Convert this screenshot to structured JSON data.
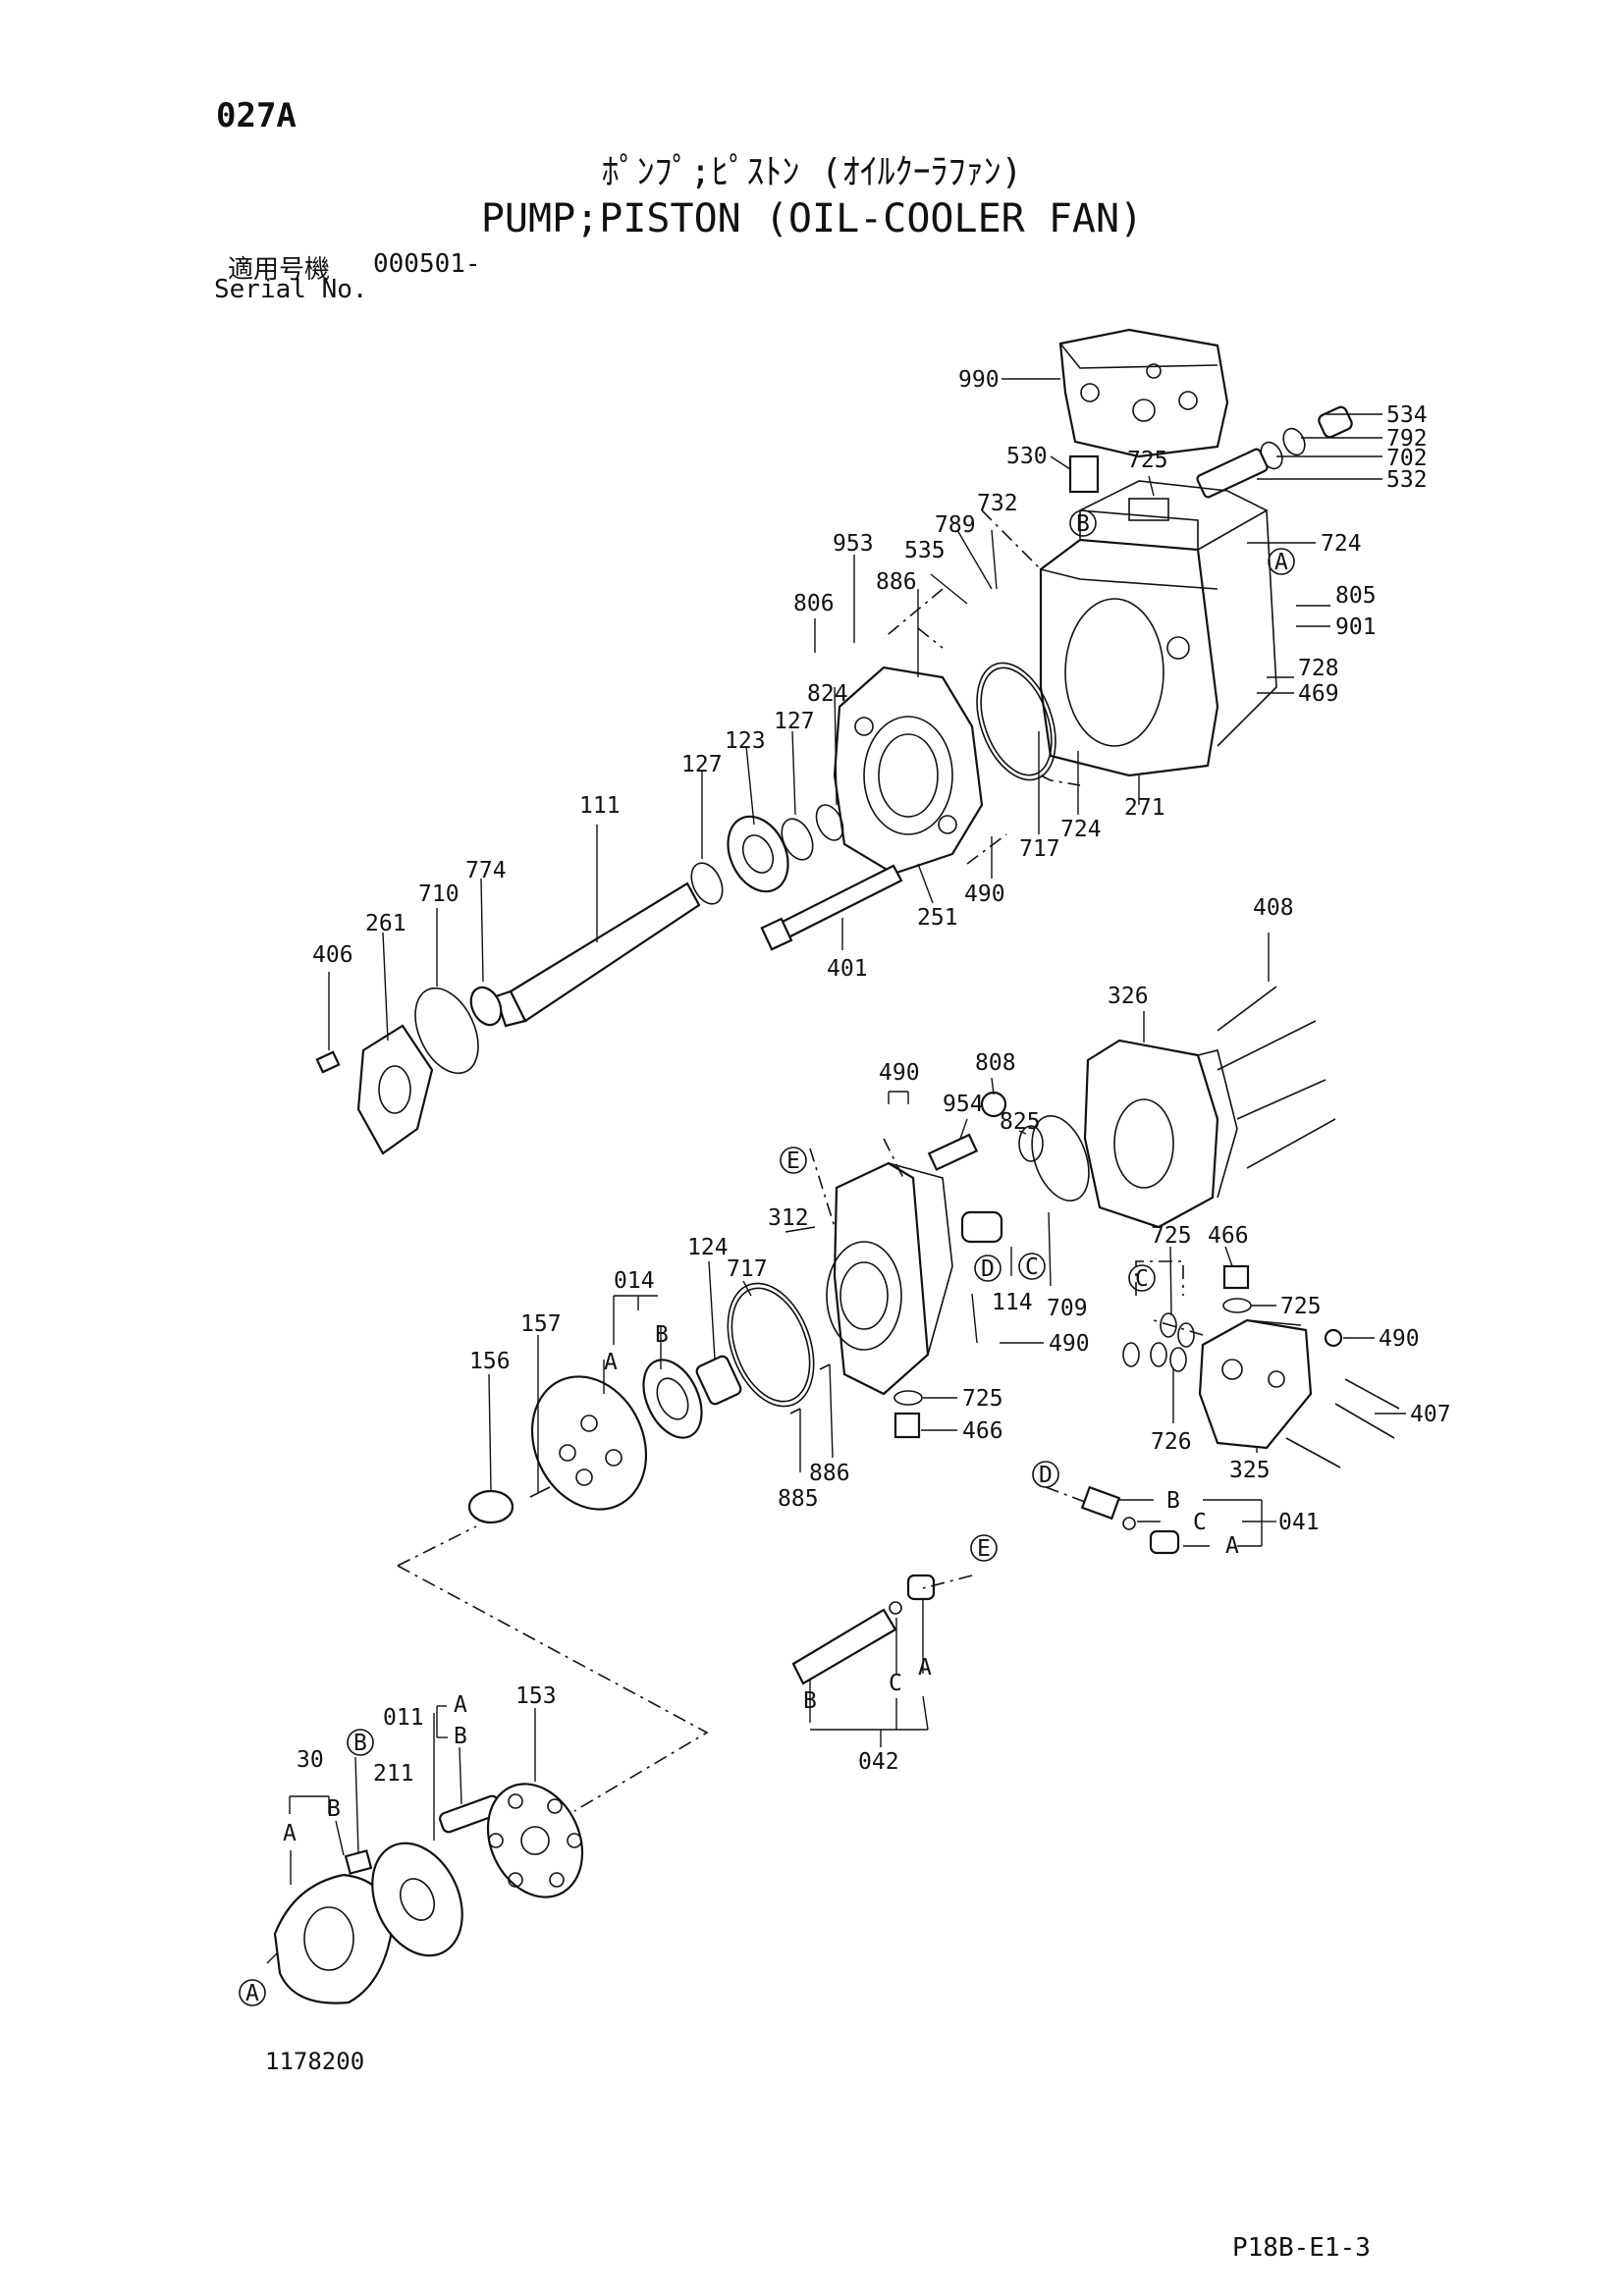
{
  "header": {
    "page_code": "027A",
    "title_jp": "ﾎﾟﾝﾌﾟ;ﾋﾟｽﾄﾝ (ｵｲﾙｸｰﾗﾌｧﾝ)",
    "title_en": "PUMP;PISTON (OIL-COOLER FAN)",
    "serial_label_jp": "適用号機",
    "serial_value": "000501-",
    "serial_label_en": "Serial No."
  },
  "callouts": [
    {
      "key": "p990",
      "label": "990"
    },
    {
      "key": "p534",
      "label": "534"
    },
    {
      "key": "p792",
      "label": "792"
    },
    {
      "key": "p702",
      "label": "702"
    },
    {
      "key": "p532",
      "label": "532"
    },
    {
      "key": "p530",
      "label": "530"
    },
    {
      "key": "p725a",
      "label": "725"
    },
    {
      "key": "p724a",
      "label": "724"
    },
    {
      "key": "p953",
      "label": "953"
    },
    {
      "key": "p789",
      "label": "789"
    },
    {
      "key": "p732",
      "label": "732"
    },
    {
      "key": "p535",
      "label": "535"
    },
    {
      "key": "p886a",
      "label": "886"
    },
    {
      "key": "p806",
      "label": "806"
    },
    {
      "key": "p805",
      "label": "805"
    },
    {
      "key": "p901",
      "label": "901"
    },
    {
      "key": "p728",
      "label": "728"
    },
    {
      "key": "p469",
      "label": "469"
    },
    {
      "key": "p824",
      "label": "824"
    },
    {
      "key": "p127a",
      "label": "127"
    },
    {
      "key": "p123",
      "label": "123"
    },
    {
      "key": "p127b",
      "label": "127"
    },
    {
      "key": "p111",
      "label": "111"
    },
    {
      "key": "p774",
      "label": "774"
    },
    {
      "key": "p710",
      "label": "710"
    },
    {
      "key": "p261",
      "label": "261"
    },
    {
      "key": "p406",
      "label": "406"
    },
    {
      "key": "p271",
      "label": "271"
    },
    {
      "key": "p724b",
      "label": "724"
    },
    {
      "key": "p717a",
      "label": "717"
    },
    {
      "key": "p490a",
      "label": "490"
    },
    {
      "key": "p251",
      "label": "251"
    },
    {
      "key": "p401",
      "label": "401"
    },
    {
      "key": "p408",
      "label": "408"
    },
    {
      "key": "p326",
      "label": "326"
    },
    {
      "key": "p490b",
      "label": "490"
    },
    {
      "key": "p808",
      "label": "808"
    },
    {
      "key": "p954",
      "label": "954"
    },
    {
      "key": "p825",
      "label": "825"
    },
    {
      "key": "p312",
      "label": "312"
    },
    {
      "key": "p124",
      "label": "124"
    },
    {
      "key": "p717b",
      "label": "717"
    },
    {
      "key": "p014",
      "label": "014"
    },
    {
      "key": "p114",
      "label": "114"
    },
    {
      "key": "p709",
      "label": "709"
    },
    {
      "key": "p725b",
      "label": "725"
    },
    {
      "key": "p466a",
      "label": "466"
    },
    {
      "key": "p725c",
      "label": "725"
    },
    {
      "key": "p490c",
      "label": "490"
    },
    {
      "key": "p490d",
      "label": "490"
    },
    {
      "key": "p157",
      "label": "157"
    },
    {
      "key": "p156",
      "label": "156"
    },
    {
      "key": "p725d",
      "label": "725"
    },
    {
      "key": "p466b",
      "label": "466"
    },
    {
      "key": "p886b",
      "label": "886"
    },
    {
      "key": "p885",
      "label": "885"
    },
    {
      "key": "p726",
      "label": "726"
    },
    {
      "key": "p325",
      "label": "325"
    },
    {
      "key": "p407",
      "label": "407"
    },
    {
      "key": "p041",
      "label": "041"
    },
    {
      "key": "p042",
      "label": "042"
    },
    {
      "key": "p153",
      "label": "153"
    },
    {
      "key": "p011",
      "label": "011"
    },
    {
      "key": "p30",
      "label": "30"
    },
    {
      "key": "p211",
      "label": "211"
    }
  ],
  "sub_labels": [
    "A",
    "B",
    "C"
  ],
  "ref_markers": [
    "A",
    "B",
    "C",
    "D",
    "E"
  ],
  "footer": {
    "drawing_no": "1178200",
    "page_ref": "P18B-E1-3"
  }
}
